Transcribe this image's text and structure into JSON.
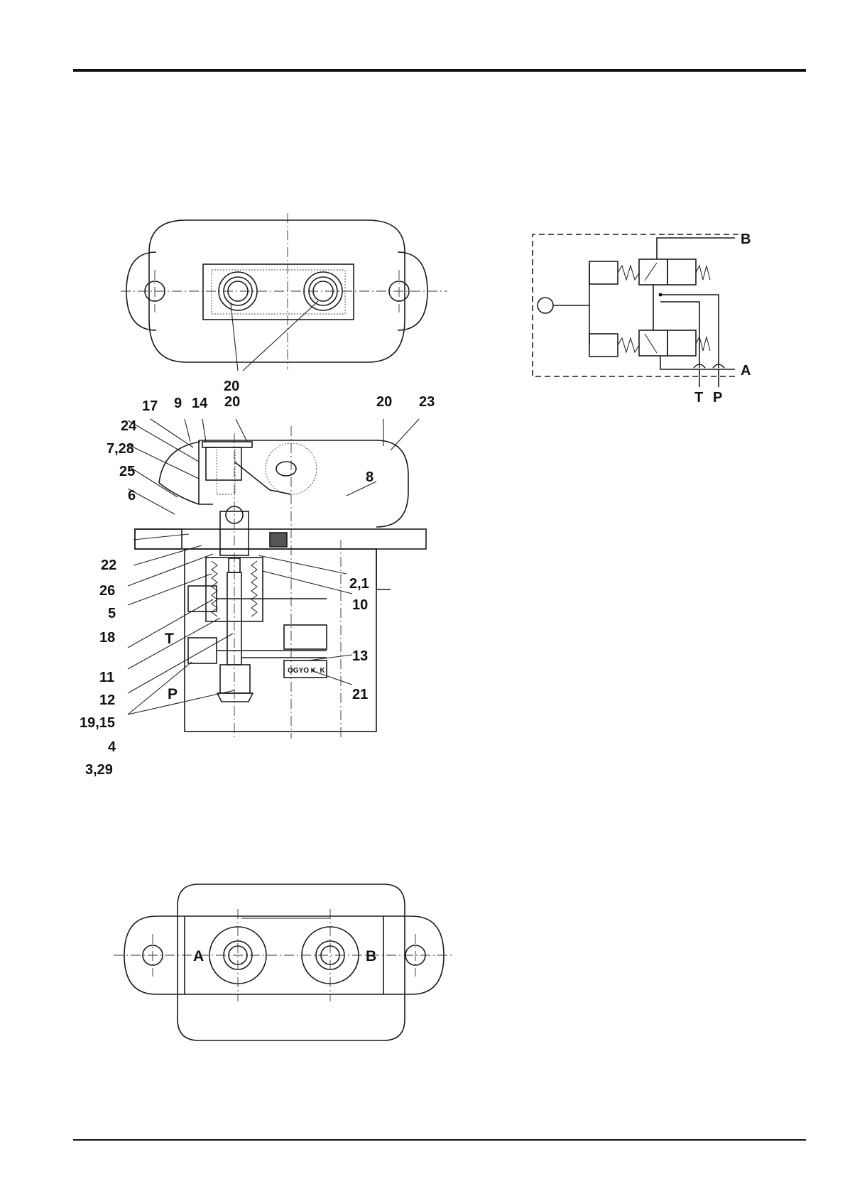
{
  "top_view": {
    "callout": "20"
  },
  "section_view": {
    "callouts_top": [
      "17",
      "9",
      "14",
      "20",
      "20",
      "23"
    ],
    "callouts_left": [
      "24",
      "7,28",
      "25",
      "6",
      "22",
      "26",
      "5",
      "18",
      "11",
      "12",
      "19,15",
      "4",
      "3,29"
    ],
    "callouts_right": [
      "8",
      "2,1",
      "10",
      "13",
      "21"
    ],
    "port_labels": [
      "T",
      "P"
    ],
    "nameplate_text": "OGYO K. K"
  },
  "bottom_view": {
    "port_labels": [
      "A",
      "B"
    ]
  },
  "schematic": {
    "port_labels": [
      "B",
      "A",
      "T",
      "P"
    ]
  }
}
